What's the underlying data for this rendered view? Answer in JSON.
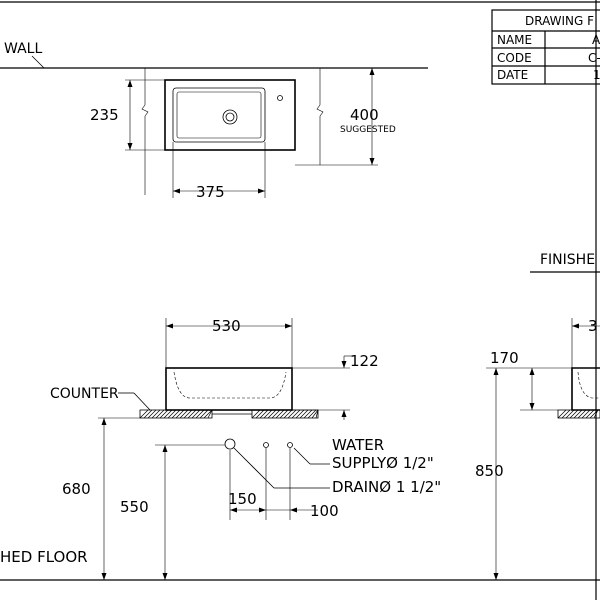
{
  "title_block": {
    "heading": "DRAWING F",
    "rows": [
      {
        "label": "NAME",
        "value": "A"
      },
      {
        "label": "CODE",
        "value": "C-"
      },
      {
        "label": "DATE",
        "value": "1"
      }
    ]
  },
  "plan_view": {
    "wall_label": "WALL",
    "dim_width": "375",
    "dim_depth": "235",
    "dim_suggested": "400",
    "suggested_label": "SUGGESTED"
  },
  "front_view": {
    "dim_width": "530",
    "dim_rim": "122",
    "counter_label": "COUNTER",
    "dim_counter_height": "680",
    "dim_supply_height": "550",
    "dim_spacing_a": "150",
    "dim_spacing_b": "100",
    "water_label": "WATER",
    "supply_label": "SUPPLYØ 1/2\"",
    "drain_label": "DRAINØ 1  1/2\"",
    "floor_label": "HED FLOOR"
  },
  "side_view": {
    "finished_label": "FINISHE",
    "dim_top": "3",
    "dim_height": "170",
    "dim_counter_height": "850"
  }
}
